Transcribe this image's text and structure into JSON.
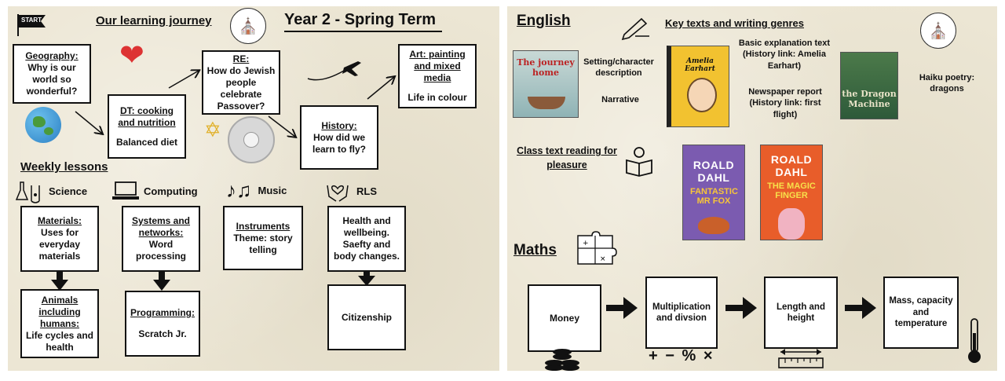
{
  "left": {
    "start_label": "START",
    "journey_title": "Our learning journey",
    "term_title": "Year 2 - Spring Term",
    "boxes": {
      "geography": {
        "title": "Geography:",
        "body": "Why is our world so wonderful?"
      },
      "dt": {
        "title": "DT: cooking and nutrition",
        "body": "Balanced diet"
      },
      "re": {
        "title": "RE:",
        "body": "How do Jewish people celebrate Passover?"
      },
      "history": {
        "title": "History:",
        "body": "How did we learn to fly?"
      },
      "art": {
        "title": "Art: painting and mixed media",
        "body": "Life in colour"
      }
    },
    "weekly_heading": "Weekly lessons",
    "subjects": [
      {
        "label": "Science",
        "icon": "flask-icon"
      },
      {
        "label": "Computing",
        "icon": "laptop-icon"
      },
      {
        "label": "Music",
        "icon": "music-notes-icon"
      },
      {
        "label": "RLS",
        "icon": "hands-heart-icon"
      }
    ],
    "weekly_boxes": {
      "materials": {
        "title": "Materials:",
        "body": "Uses for everyday materials"
      },
      "animals": {
        "title": "Animals including humans:",
        "body": "Life cycles and health"
      },
      "systems": {
        "title": "Systems and networks:",
        "body": "Word processing"
      },
      "programming": {
        "title": "Programming:",
        "body": "Scratch Jr."
      },
      "instruments": {
        "title": "Instruments",
        "body": "Theme: story telling"
      },
      "health": {
        "title": "",
        "body": "Health and wellbeing. Saefty and body changes."
      },
      "citizenship": {
        "title": "",
        "body": "Citizenship"
      }
    }
  },
  "right": {
    "english_heading": "English",
    "key_texts_heading": "Key texts and writing genres",
    "genres": {
      "setting": "Setting/character description",
      "narrative": "Narrative",
      "explanation": "Basic explanation text (History link: Amelia Earhart)",
      "newspaper": "Newspaper report (History link: first flight)",
      "haiku": "Haiku poetry: dragons"
    },
    "books": {
      "journey_home": "The journey home",
      "amelia": "Amelia Earhart",
      "dragon": "the Dragon Machine",
      "fox_author": "ROALD DAHL",
      "fox_title": "FANTASTIC MR FOX",
      "finger_author": "ROALD DAHL",
      "finger_title": "THE MAGIC FINGER"
    },
    "class_text": "Class text reading for pleasure",
    "maths_heading": "Maths",
    "maths_steps": [
      "Money",
      "Multiplication and divsion",
      "Length and height",
      "Mass, capacity and temperature"
    ]
  },
  "colors": {
    "background": "#ece6d4",
    "box_border": "#111111",
    "fox_cover": "#7b5bb0",
    "finger_cover": "#e85d2a"
  }
}
